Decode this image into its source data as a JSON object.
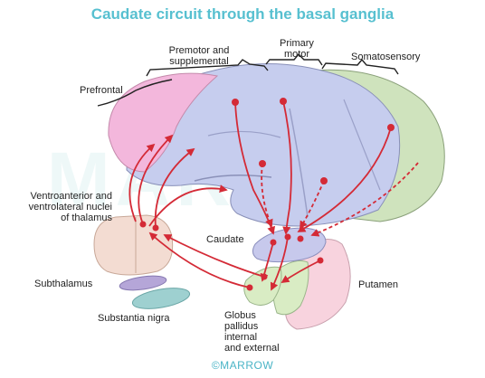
{
  "title": "Caudate circuit through the basal ganglia",
  "labels": {
    "premotor": "Premotor and\nsupplemental",
    "primary_motor": "Primary\nmotor",
    "somatosensory": "Somatosensory",
    "prefrontal": "Prefrontal",
    "thalamus": "Ventroanterior and\nventrolateral nuclei\nof thalamus",
    "caudate": "Caudate",
    "subthalamus": "Subthalamus",
    "substantia_nigra": "Substantia nigra",
    "putamen": "Putamen",
    "globus_pallidus": "Globus\npallidus\ninternal\nand external"
  },
  "watermark": "MARROW",
  "footer": "©MARROW",
  "colors": {
    "title": "#57c0d0",
    "pathway": "#d42a36",
    "prefrontal_region": "#f3b7dc",
    "motor_region": "#c6cdee",
    "sensory_region": "#cfe3bd",
    "thalamus": "#f3dcd2",
    "caudate": "#c7c9ec",
    "putamen": "#f8d3de",
    "globus_pallidus": "#d9ecc4",
    "subthalamus": "#b5a6d8",
    "substantia_nigra": "#9ed0d0"
  }
}
